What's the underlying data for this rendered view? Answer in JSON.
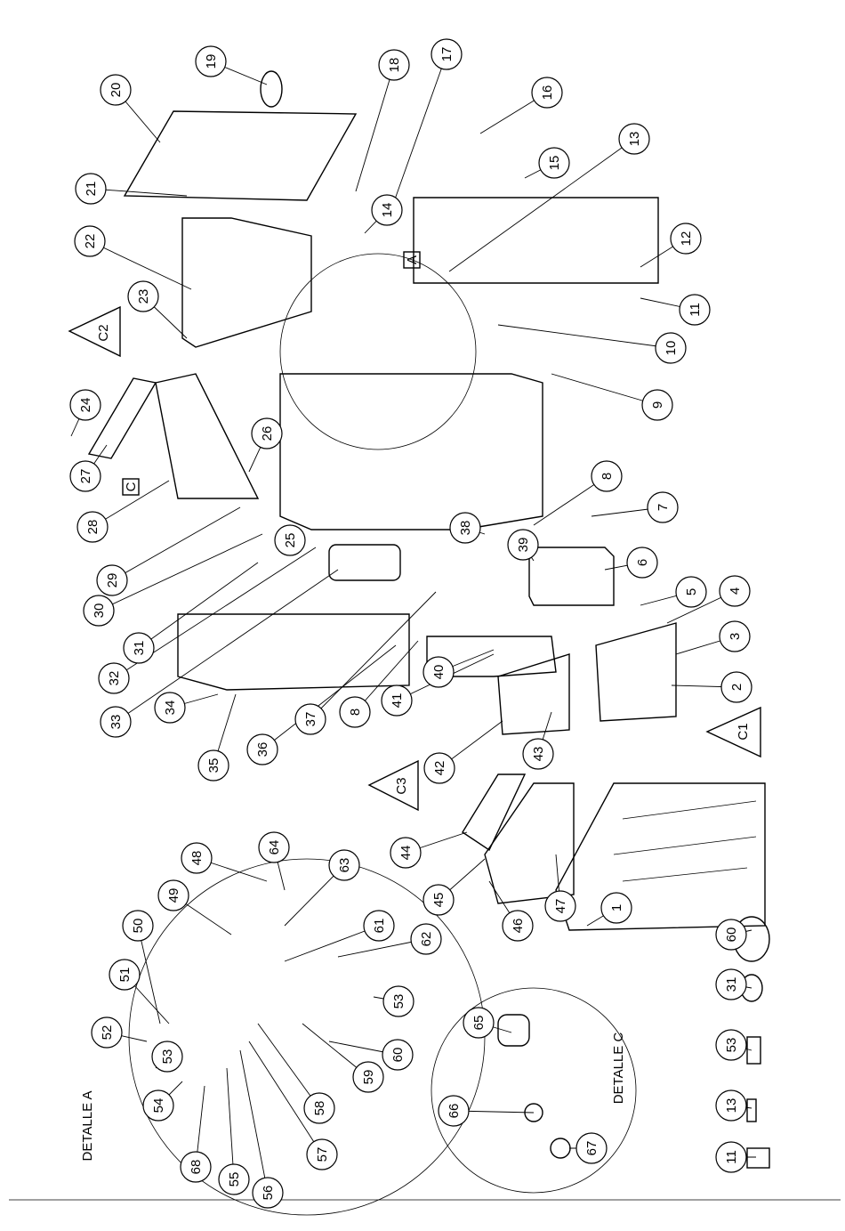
{
  "diagram": {
    "detail_a_label": "DETALLE A",
    "detail_c_label": "DETALLE C",
    "section_markers": [
      "A",
      "C",
      "C1",
      "C2",
      "C3"
    ],
    "callouts": [
      "19",
      "18",
      "17",
      "20",
      "16",
      "13",
      "15",
      "21",
      "22",
      "14",
      "12",
      "23",
      "11",
      "10",
      "24",
      "26",
      "9",
      "27",
      "28",
      "8",
      "29",
      "25",
      "30",
      "7",
      "31",
      "6",
      "32",
      "5",
      "33",
      "39",
      "38",
      "4",
      "3",
      "34",
      "35",
      "36",
      "37",
      "8",
      "40",
      "2",
      "41",
      "42",
      "43",
      "44",
      "45",
      "46",
      "47",
      "1",
      "48",
      "49",
      "64",
      "63",
      "50",
      "61",
      "62",
      "51",
      "53",
      "52",
      "60",
      "59",
      "53",
      "54",
      "58",
      "57",
      "68",
      "55",
      "56",
      "65",
      "66",
      "67",
      "60",
      "31",
      "53",
      "13",
      "11"
    ]
  }
}
